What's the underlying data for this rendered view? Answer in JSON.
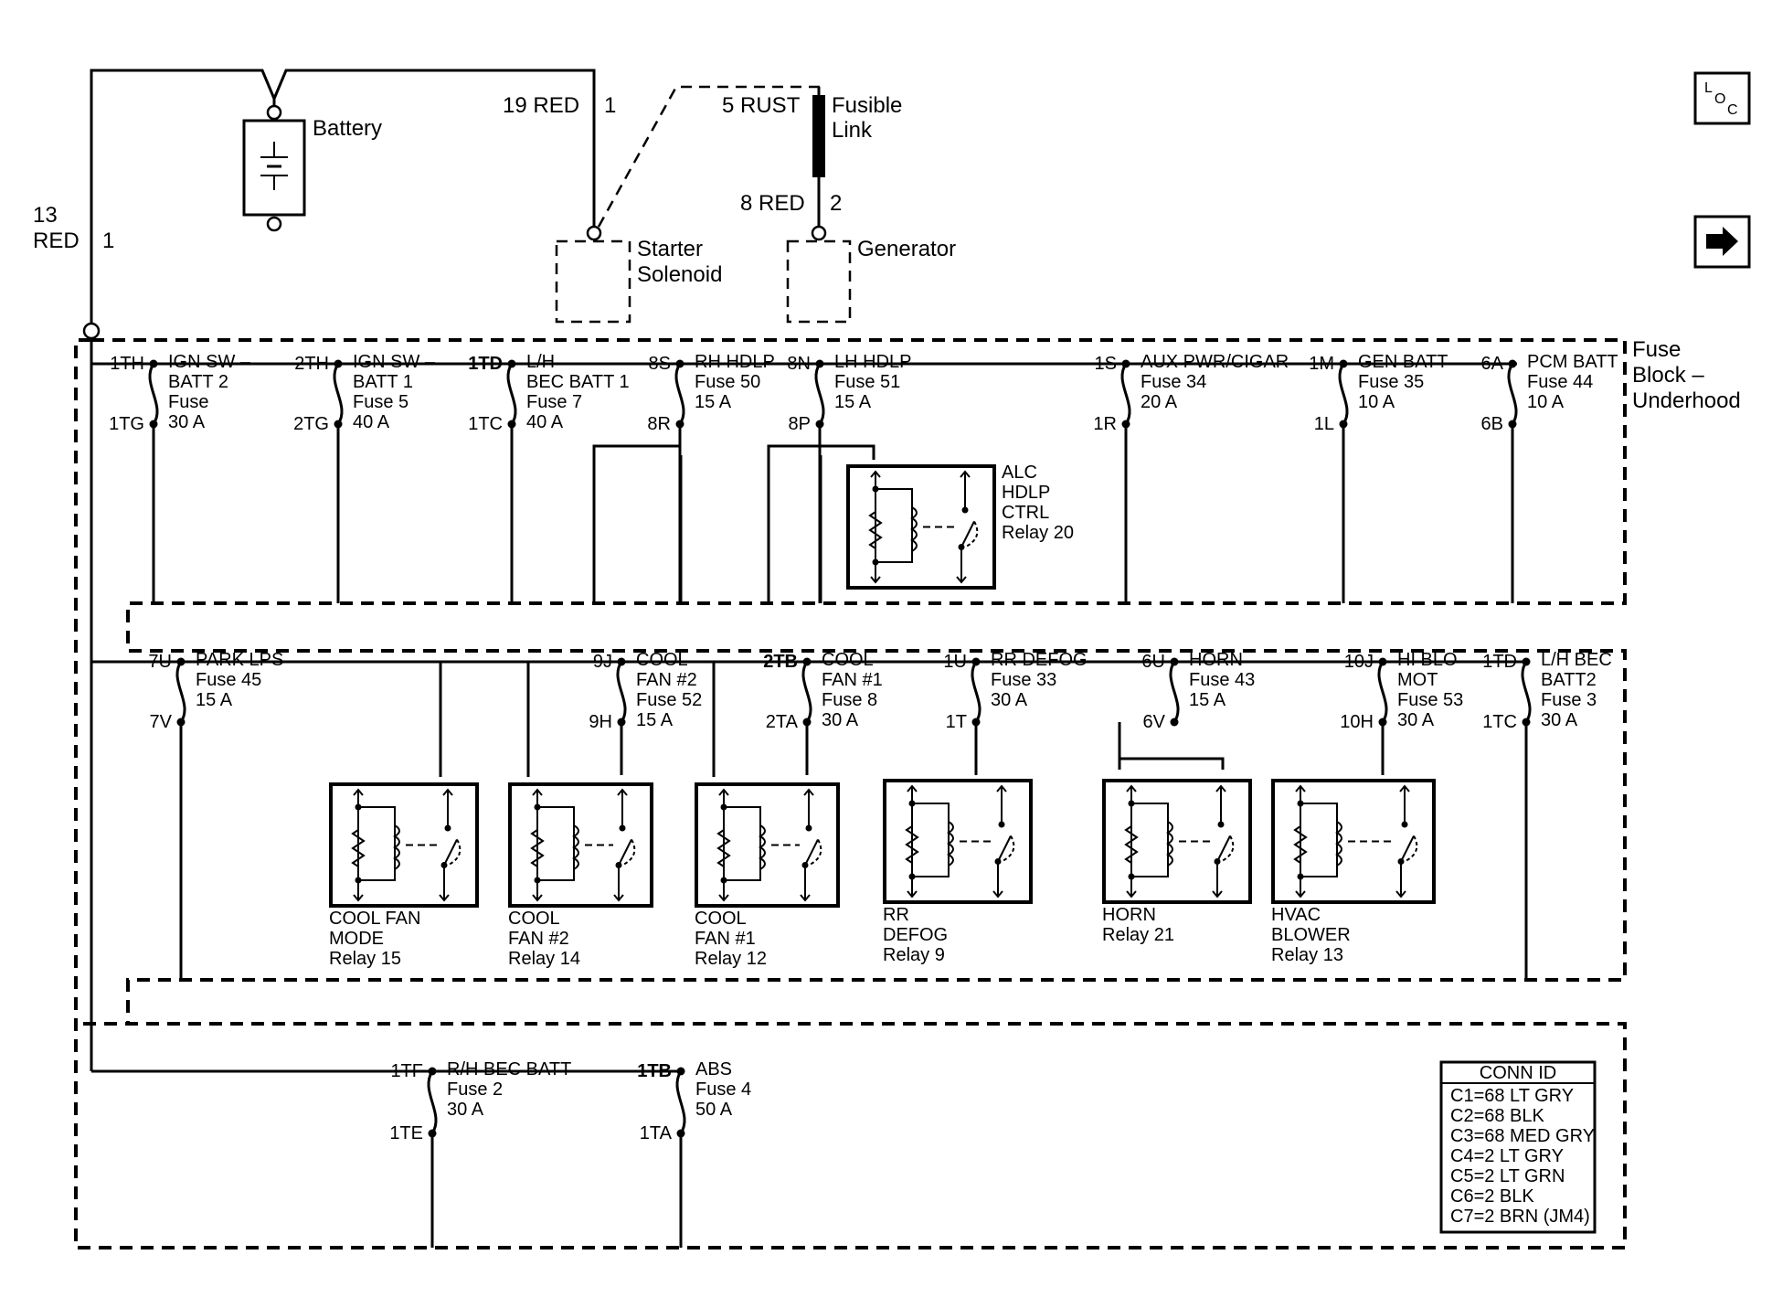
{
  "battery": {
    "label": "Battery"
  },
  "wires": {
    "battery_main": {
      "code": "13",
      "color": "RED",
      "pin": "1"
    },
    "starter": {
      "code": "19 RED",
      "pin": "1"
    },
    "fusible": {
      "code": "5 RUST"
    },
    "generator": {
      "code": "8 RED",
      "pin": "2"
    }
  },
  "fusible_link": {
    "line1": "Fusible",
    "line2": "Link"
  },
  "starter_solenoid": {
    "line1": "Starter",
    "line2": "Solenoid"
  },
  "generator": {
    "label": "Generator"
  },
  "fuse_block": {
    "line1": "Fuse",
    "line2": "Block –",
    "line3": "Underhood"
  },
  "top_fuses": [
    {
      "pin_top": "1TH",
      "pin_bot": "1TG",
      "l1": "IGN SW –",
      "l2": "BATT 2",
      "l3": "Fuse",
      "l4": "30 A"
    },
    {
      "pin_top": "2TH",
      "pin_bot": "2TG",
      "l1": "IGN SW –",
      "l2": "BATT 1",
      "l3": "Fuse 5",
      "l4": "40 A"
    },
    {
      "pin_top": "1TD",
      "pin_bot": "1TC",
      "l1": "L/H",
      "l2": "BEC BATT 1",
      "l3": "Fuse 7",
      "l4": "40 A"
    },
    {
      "pin_top": "8S",
      "pin_bot": "8R",
      "l1": "RH HDLP",
      "l2": "Fuse 50",
      "l3": "15 A",
      "l4": ""
    },
    {
      "pin_top": "8N",
      "pin_bot": "8P",
      "l1": "LH HDLP",
      "l2": "Fuse 51",
      "l3": "15 A",
      "l4": ""
    },
    {
      "pin_top": "1S",
      "pin_bot": "1R",
      "l1": "AUX PWR/CIGAR",
      "l2": "Fuse 34",
      "l3": "20 A",
      "l4": ""
    },
    {
      "pin_top": "1M",
      "pin_bot": "1L",
      "l1": "GEN BATT",
      "l2": "Fuse 35",
      "l3": "10 A",
      "l4": ""
    },
    {
      "pin_top": "6A",
      "pin_bot": "6B",
      "l1": "PCM BATT",
      "l2": "Fuse 44",
      "l3": "10 A",
      "l4": ""
    }
  ],
  "alc_relay": {
    "l1": "ALC",
    "l2": "HDLP",
    "l3": "CTRL",
    "l4": "Relay 20"
  },
  "mid_fuses": [
    {
      "pin_top": "7U",
      "pin_bot": "7V",
      "l1": "PARK LPS",
      "l2": "Fuse 45",
      "l3": "15 A",
      "l4": ""
    },
    {
      "pin_top": "9J",
      "pin_bot": "9H",
      "l1": "COOL",
      "l2": "FAN #2",
      "l3": "Fuse 52",
      "l4": "15 A"
    },
    {
      "pin_top": "2TB",
      "pin_bot": "2TA",
      "l1": "COOL",
      "l2": "FAN #1",
      "l3": "Fuse 8",
      "l4": "30 A"
    },
    {
      "pin_top": "1U",
      "pin_bot": "1T",
      "l1": "RR DEFOG",
      "l2": "Fuse 33",
      "l3": "30 A",
      "l4": ""
    },
    {
      "pin_top": "6U",
      "pin_bot": "6V",
      "l1": "HORN",
      "l2": "Fuse 43",
      "l3": "15 A",
      "l4": ""
    },
    {
      "pin_top": "10J",
      "pin_bot": "10H",
      "l1": "HI BLO",
      "l2": "MOT",
      "l3": "Fuse 53",
      "l4": "30 A"
    },
    {
      "pin_top": "1TD",
      "pin_bot": "1TC",
      "l1": "L/H BEC",
      "l2": "BATT2",
      "l3": "Fuse 3",
      "l4": "30 A"
    }
  ],
  "relays": [
    {
      "l1": "COOL FAN",
      "l2": "MODE",
      "l3": "Relay 15"
    },
    {
      "l1": "COOL",
      "l2": "FAN #2",
      "l3": "Relay 14"
    },
    {
      "l1": "COOL",
      "l2": "FAN #1",
      "l3": "Relay 12"
    },
    {
      "l1": "RR",
      "l2": "DEFOG",
      "l3": "Relay 9"
    },
    {
      "l1": "HORN",
      "l2": "Relay 21",
      "l3": ""
    },
    {
      "l1": "HVAC",
      "l2": "BLOWER",
      "l3": "Relay 13"
    }
  ],
  "bottom_fuses": [
    {
      "pin_top": "1TF",
      "pin_bot": "1TE",
      "l1": "R/H BEC BATT",
      "l2": "Fuse 2",
      "l3": "30 A"
    },
    {
      "pin_top": "1TB",
      "pin_bot": "1TA",
      "l1": "ABS",
      "l2": "Fuse 4",
      "l3": "50 A"
    }
  ],
  "conn_id": {
    "title": "CONN ID",
    "rows": [
      "C1=68 LT GRY",
      "C2=68 BLK",
      "C3=68 MED GRY",
      "C4=2 LT GRY",
      "C5=2 LT GRN",
      "C6=2 BLK",
      "C7=2 BRN (JM4)"
    ]
  },
  "loc_button": {
    "l": "L",
    "o": "O",
    "c": "C"
  },
  "next_button": {
    "icon": "arrow-right-icon"
  }
}
